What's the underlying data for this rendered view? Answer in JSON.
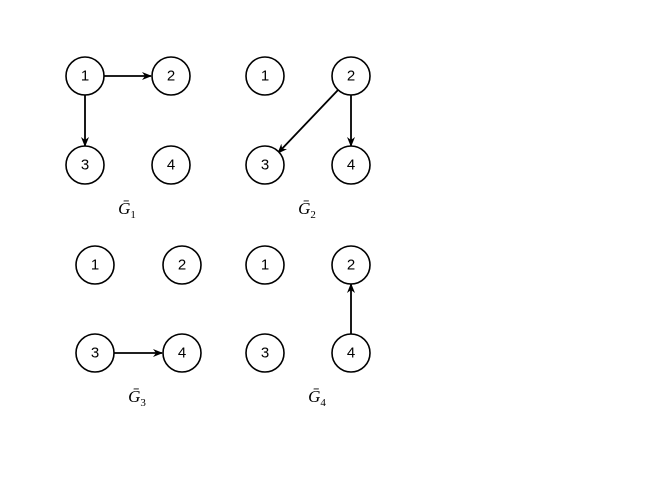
{
  "graphs": [
    {
      "label": "Ḡ",
      "subscript": "1",
      "nodes": [
        "1",
        "2",
        "3",
        "4"
      ],
      "edges": [
        [
          "1",
          "2"
        ],
        [
          "1",
          "3"
        ]
      ]
    },
    {
      "label": "Ḡ",
      "subscript": "2",
      "nodes": [
        "1",
        "2",
        "3",
        "4"
      ],
      "edges": [
        [
          "2",
          "3"
        ],
        [
          "2",
          "4"
        ]
      ]
    },
    {
      "label": "Ḡ",
      "subscript": "3",
      "nodes": [
        "1",
        "2",
        "3",
        "4"
      ],
      "edges": [
        [
          "3",
          "4"
        ]
      ]
    },
    {
      "label": "Ḡ",
      "subscript": "4",
      "nodes": [
        "1",
        "2",
        "3",
        "4"
      ],
      "edges": [
        [
          "4",
          "2"
        ]
      ]
    }
  ],
  "colors": {
    "stroke": "#000000",
    "background": "#ffffff"
  }
}
